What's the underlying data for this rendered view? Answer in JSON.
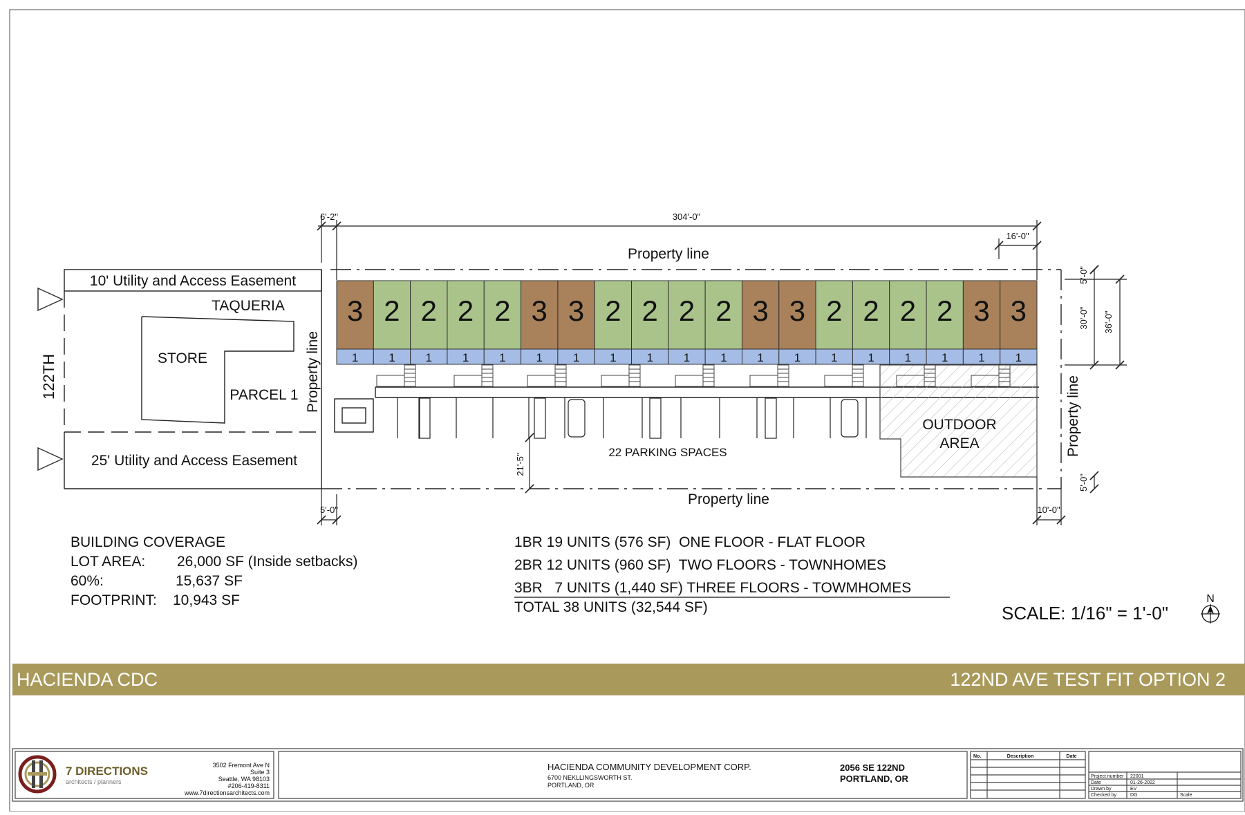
{
  "colors": {
    "three_bedroom": "#a9825b",
    "two_bedroom": "#a9c38a",
    "one_bedroom": "#a5bde6",
    "banner": "#a99a5b",
    "outdoor_hatch": "#bdbdbd",
    "line": "#222222"
  },
  "dimensions": {
    "left_setback": "6'-2\"",
    "overall_length": "304'-0\"",
    "right_setback": "16'-0\"",
    "top_setback": "5'-0\"",
    "unit_depth": "30'-0\"",
    "building_depth": "36'-0\"",
    "drive_aisle": "21'-5\"",
    "bottom_left": "5'-0\"",
    "bottom_right_vertical": "5'-0\"",
    "bottom_right": "10'-0\""
  },
  "site": {
    "street": "122TH",
    "easement_top": "10' Utility and Access Easement",
    "easement_bottom": "25' Utility and Access Easement",
    "taqueria": "TAQUERIA",
    "store": "STORE",
    "parcel": "PARCEL 1",
    "property_line_top": "Property line",
    "property_line_bottom": "Property line",
    "property_line_left": "Property line",
    "property_line_right": "Property line",
    "parking": "22 PARKING SPACES",
    "outdoor_line1": "OUTDOOR",
    "outdoor_line2": "AREA"
  },
  "units": {
    "top_row": [
      "3",
      "2",
      "2",
      "2",
      "2",
      "3",
      "3",
      "2",
      "2",
      "2",
      "2",
      "3",
      "3",
      "2",
      "2",
      "2",
      "2",
      "3",
      "3"
    ],
    "bottom_row": [
      "1",
      "1",
      "1",
      "1",
      "1",
      "1",
      "1",
      "1",
      "1",
      "1",
      "1",
      "1",
      "1",
      "1",
      "1",
      "1",
      "1",
      "1",
      "1"
    ]
  },
  "coverage": {
    "title": "BUILDING COVERAGE",
    "rows": [
      {
        "label": "LOT AREA:",
        "value": "26,000 SF (Inside setbacks)"
      },
      {
        "label": "60%:",
        "value": "15,637 SF"
      },
      {
        "label": "FOOTPRINT:",
        "value": "10,943 SF"
      }
    ]
  },
  "unit_mix": {
    "rows": [
      "1BR 19 UNITS (576 SF)  ONE FLOOR - FLAT FLOOR",
      "2BR 12 UNITS (960 SF)  TWO FLOORS - TOWNHOMES",
      "3BR   7 UNITS (1,440 SF) THREE FLOORS - TOWMHOMES"
    ],
    "total": "TOTAL 38 UNITS (32,544 SF)"
  },
  "scale": {
    "text": "SCALE: 1/16\" = 1'-0\"",
    "north": "N"
  },
  "banner": {
    "left": "HACIENDA CDC",
    "right": "122ND AVE TEST FIT OPTION 2"
  },
  "title_block": {
    "firm_name": "7 DIRECTIONS",
    "firm_sub": "architects / planners",
    "address": [
      "3502 Fremont Ave N",
      "Suite 3",
      "Seattle, WA 98103",
      "#206-419-8311",
      "www.7directionsarchitects.com"
    ],
    "client_name": "HACIENDA COMMUNITY DEVELOPMENT CORP.",
    "client_address1": "6700 NEKLLINGSWORTH ST.",
    "client_address2": "PORTLAND, OR",
    "project_line1": "2056 SE 122ND",
    "project_line2": "PORTLAND, OR",
    "revision_headers": [
      "No.",
      "Description",
      "Date"
    ],
    "info": [
      {
        "label": "Project number",
        "value": "22001"
      },
      {
        "label": "Date",
        "value": "01-26-2022"
      },
      {
        "label": "Drawn by",
        "value": "EV"
      },
      {
        "label": "Checked by",
        "value": "DG"
      }
    ],
    "scale_label": "Scale"
  }
}
